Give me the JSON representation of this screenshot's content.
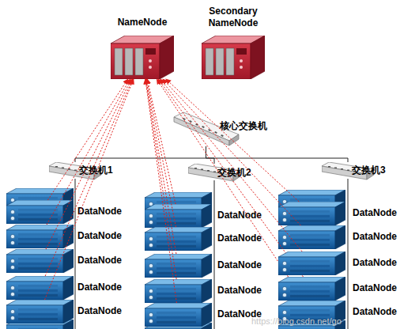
{
  "diagram": {
    "nodes": [
      {
        "text": [
          "NameNode"
        ]
      },
      {
        "text": [
          "Secondary NameNode"
        ]
      },
      {
        "text": [
          "核心交换机"
        ]
      },
      {
        "text": [
          "交换机1"
        ]
      },
      {
        "text": [
          "交换机2"
        ]
      },
      {
        "text": [
          "交换机3"
        ]
      },
      {
        "text": [
          "DataNode"
        ]
      },
      {
        "text": [
          "DataNode"
        ]
      },
      {
        "text": [
          "DataNode"
        ]
      },
      {
        "text": [
          "DataNode"
        ]
      },
      {
        "text": [
          "DataNode"
        ]
      },
      {
        "text": [
          "DataNode"
        ]
      },
      {
        "text": [
          "DataNode"
        ]
      },
      {
        "text": [
          "DataNode"
        ]
      },
      {
        "text": [
          "DataNode"
        ]
      },
      {
        "text": [
          "DataNode"
        ]
      },
      {
        "text": [
          "DataNode"
        ]
      },
      {
        "text": [
          "DataNode"
        ]
      },
      {
        "text": [
          "DataNode"
        ]
      },
      {
        "text": [
          "DataNode"
        ]
      },
      {
        "text": [
          "DataNode"
        ]
      }
    ],
    "edges": [
      {
        "from": 2,
        "to": 3,
        "arrow": "none"
      },
      {
        "from": 2,
        "to": 4,
        "arrow": "none"
      },
      {
        "from": 2,
        "to": 5,
        "arrow": "none"
      },
      {
        "from": 6,
        "to": 0,
        "arrow": "to"
      },
      {
        "from": 7,
        "to": 0,
        "arrow": "to"
      },
      {
        "from": 8,
        "to": 0,
        "arrow": "to"
      },
      {
        "from": 9,
        "to": 0,
        "arrow": "to"
      },
      {
        "from": 10,
        "to": 0,
        "arrow": "to"
      },
      {
        "from": 11,
        "to": 0,
        "arrow": "to"
      },
      {
        "from": 12,
        "to": 0,
        "arrow": "to"
      },
      {
        "from": 13,
        "to": 0,
        "arrow": "to"
      },
      {
        "from": 14,
        "to": 0,
        "arrow": "to"
      },
      {
        "from": 15,
        "to": 0,
        "arrow": "to"
      },
      {
        "from": 16,
        "to": 0,
        "arrow": "to"
      },
      {
        "from": 17,
        "to": 0,
        "arrow": "to"
      },
      {
        "from": 18,
        "to": 0,
        "arrow": "to"
      },
      {
        "from": 19,
        "to": 0,
        "arrow": "to"
      },
      {
        "from": 20,
        "to": 0,
        "arrow": "to"
      }
    ],
    "labels": [
      "https://blog.csdn.net/go"
    ]
  }
}
